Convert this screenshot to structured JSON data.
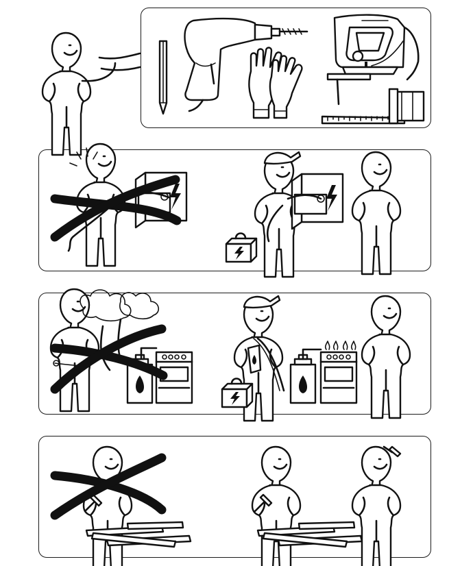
{
  "figure": {
    "panels": [
      {
        "id": "tools",
        "content": [
          "pencil-icon",
          "drill-icon",
          "gloves-icon",
          "jigsaw-icon",
          "tape-measure-icon"
        ]
      },
      {
        "id": "electrical",
        "wrong": "self-wiring-shock",
        "right": "electrician-wiring"
      },
      {
        "id": "gas",
        "wrong": "self-connecting-gas-stove",
        "right": "gas-fitter-connecting"
      },
      {
        "id": "assembly",
        "wrong": "assembling-alone",
        "right": "assembling-with-two-people"
      }
    ],
    "colors": {
      "line": "#111111",
      "background": "#ffffff"
    }
  }
}
